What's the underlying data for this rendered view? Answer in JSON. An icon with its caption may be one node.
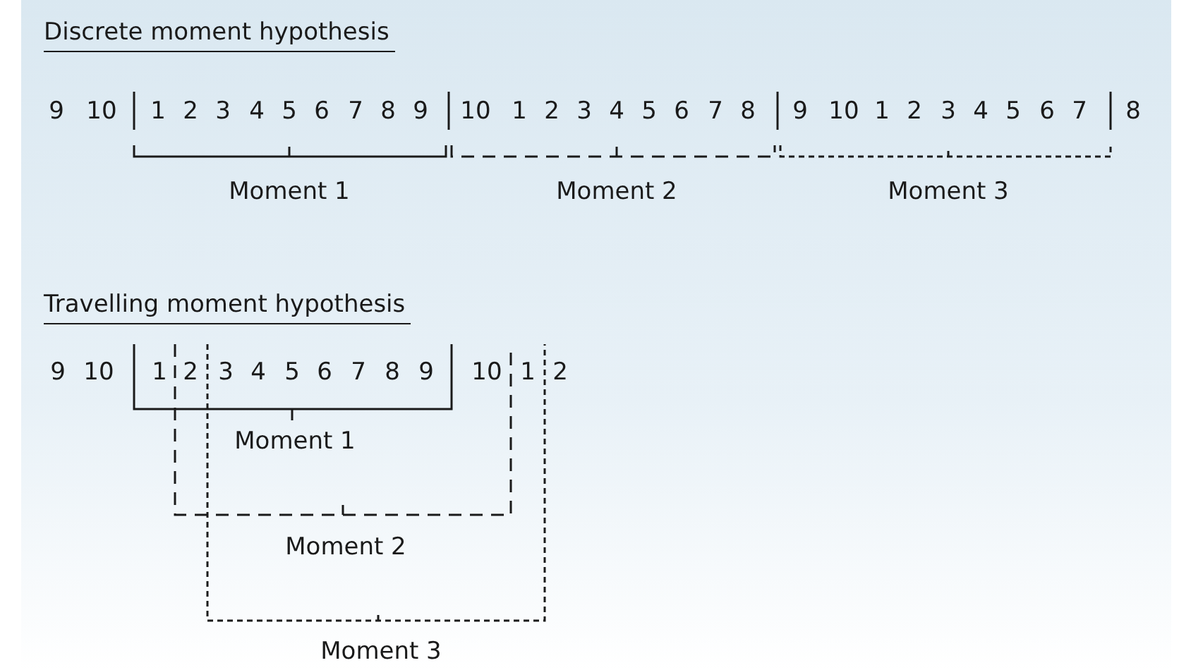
{
  "diagram": {
    "labels": [
      "Discrete moment hypothesis",
      "9",
      "10",
      "1",
      "2",
      "3",
      "4",
      "5",
      "6",
      "7",
      "8",
      "9",
      "10",
      "1",
      "2",
      "3",
      "4",
      "5",
      "6",
      "7",
      "8",
      "9",
      "10",
      "1",
      "2",
      "3",
      "4",
      "5",
      "6",
      "7",
      "8",
      "Moment 1",
      "Moment 2",
      "Moment 3",
      "Travelling moment hypothesis",
      "9",
      "10",
      "1",
      "2",
      "3",
      "4",
      "5",
      "6",
      "7",
      "8",
      "9",
      "10",
      "1",
      "2",
      "Moment 1",
      "Moment 2",
      "Moment 3"
    ]
  }
}
